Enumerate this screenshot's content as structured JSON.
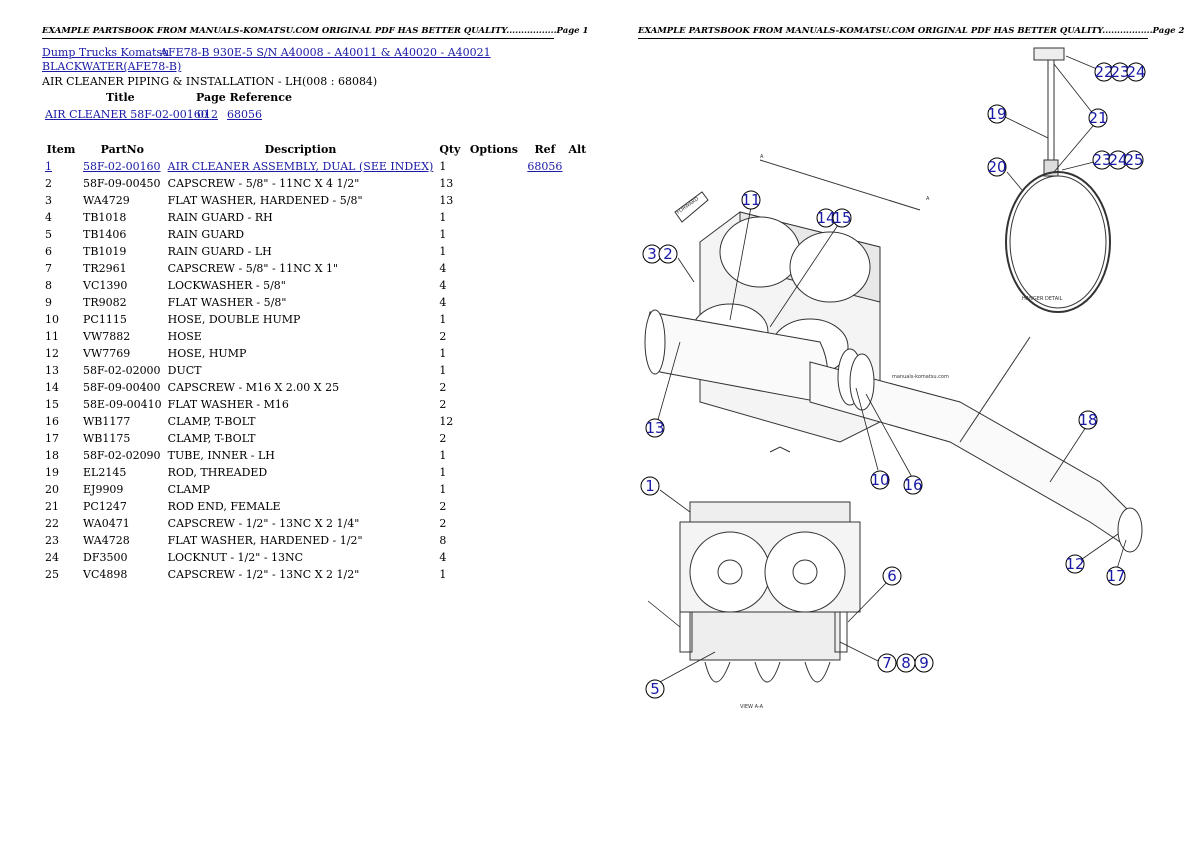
{
  "header": {
    "page1": "EXAMPLE PARTSBOOK FROM MANUALS-KOMATSU.COM ORIGINAL PDF HAS BETTER QUALITY.................Page 1",
    "page2": "EXAMPLE PARTSBOOK FROM MANUALS-KOMATSU.COM ORIGINAL PDF HAS BETTER QUALITY.................Page 2"
  },
  "breadcrumb": {
    "link1": "Dump Trucks Komatsu",
    "link2": "AFE78-B 930E-5 S/N A40008 - A40011 & A40020 - A40021",
    "link3": "BLACKWATER(AFE78-B)"
  },
  "section_title": "AIR CLEANER PIPING & INSTALLATION - LH(008 : 68084)",
  "reference": {
    "title_header": "Title",
    "page_header": "Page Reference",
    "title_link": "AIR CLEANER 58F-02-00160",
    "page_link1": "012",
    "page_link2": "68056"
  },
  "table": {
    "headers": [
      "Item",
      "PartNo",
      "Description",
      "Qty",
      "Options",
      "Ref",
      "Alt"
    ],
    "rows": [
      {
        "item": "1",
        "part": "58F-02-00160",
        "desc": "AIR CLEANER ASSEMBLY, DUAL (SEE INDEX)",
        "qty": "1",
        "ref": "68056"
      },
      {
        "item": "2",
        "part": "58F-09-00450",
        "desc": "CAPSCREW - 5/8\" - 11NC X 4 1/2\"",
        "qty": "13",
        "ref": ""
      },
      {
        "item": "3",
        "part": "WA4729",
        "desc": "FLAT WASHER, HARDENED - 5/8\"",
        "qty": "13",
        "ref": ""
      },
      {
        "item": "4",
        "part": "TB1018",
        "desc": "RAIN GUARD - RH",
        "qty": "1",
        "ref": ""
      },
      {
        "item": "5",
        "part": "TB1406",
        "desc": "RAIN GUARD",
        "qty": "1",
        "ref": ""
      },
      {
        "item": "6",
        "part": "TB1019",
        "desc": "RAIN GUARD - LH",
        "qty": "1",
        "ref": ""
      },
      {
        "item": "7",
        "part": "TR2961",
        "desc": "CAPSCREW - 5/8\" - 11NC X 1\"",
        "qty": "4",
        "ref": ""
      },
      {
        "item": "8",
        "part": "VC1390",
        "desc": "LOCKWASHER - 5/8\"",
        "qty": "4",
        "ref": ""
      },
      {
        "item": "9",
        "part": "TR9082",
        "desc": "FLAT WASHER - 5/8\"",
        "qty": "4",
        "ref": ""
      },
      {
        "item": "10",
        "part": "PC1115",
        "desc": "HOSE, DOUBLE HUMP",
        "qty": "1",
        "ref": ""
      },
      {
        "item": "11",
        "part": "VW7882",
        "desc": "HOSE",
        "qty": "2",
        "ref": ""
      },
      {
        "item": "12",
        "part": "VW7769",
        "desc": "HOSE, HUMP",
        "qty": "1",
        "ref": ""
      },
      {
        "item": "13",
        "part": "58F-02-02000",
        "desc": "DUCT",
        "qty": "1",
        "ref": ""
      },
      {
        "item": "14",
        "part": "58F-09-00400",
        "desc": "CAPSCREW - M16 X 2.00 X 25",
        "qty": "2",
        "ref": ""
      },
      {
        "item": "15",
        "part": "58E-09-00410",
        "desc": "FLAT WASHER - M16",
        "qty": "2",
        "ref": ""
      },
      {
        "item": "16",
        "part": "WB1177",
        "desc": "CLAMP, T-BOLT",
        "qty": "12",
        "ref": ""
      },
      {
        "item": "17",
        "part": "WB1175",
        "desc": "CLAMP, T-BOLT",
        "qty": "2",
        "ref": ""
      },
      {
        "item": "18",
        "part": "58F-02-02090",
        "desc": "TUBE, INNER - LH",
        "qty": "1",
        "ref": ""
      },
      {
        "item": "19",
        "part": "EL2145",
        "desc": "ROD, THREADED",
        "qty": "1",
        "ref": ""
      },
      {
        "item": "20",
        "part": "EJ9909",
        "desc": "CLAMP",
        "qty": "1",
        "ref": ""
      },
      {
        "item": "21",
        "part": "PC1247",
        "desc": "ROD END, FEMALE",
        "qty": "2",
        "ref": ""
      },
      {
        "item": "22",
        "part": "WA0471",
        "desc": "CAPSCREW - 1/2\" - 13NC X 2 1/4\"",
        "qty": "2",
        "ref": ""
      },
      {
        "item": "23",
        "part": "WA4728",
        "desc": "FLAT WASHER, HARDENED - 1/2\"",
        "qty": "8",
        "ref": ""
      },
      {
        "item": "24",
        "part": "DF3500",
        "desc": "LOCKNUT - 1/2\" - 13NC",
        "qty": "4",
        "ref": ""
      },
      {
        "item": "25",
        "part": "VC4898",
        "desc": "CAPSCREW - 1/2\" - 13NC X 2 1/2\"",
        "qty": "1",
        "ref": ""
      }
    ]
  },
  "diagram": {
    "callouts": [
      "22",
      "23",
      "24",
      "19",
      "21",
      "20",
      "23",
      "24",
      "25",
      "11",
      "14",
      "15",
      "3",
      "2",
      "13",
      "10",
      "16",
      "18",
      "1",
      "6",
      "7",
      "8",
      "9",
      "5",
      "12",
      "17"
    ],
    "labels": {
      "hanger": "HANGER DETAIL",
      "view": "VIEW A-A",
      "site": "manuals-komatsu.com",
      "arrow_a": "A",
      "forward": "FORWARD"
    },
    "callout_color": "#1a1aa6"
  }
}
